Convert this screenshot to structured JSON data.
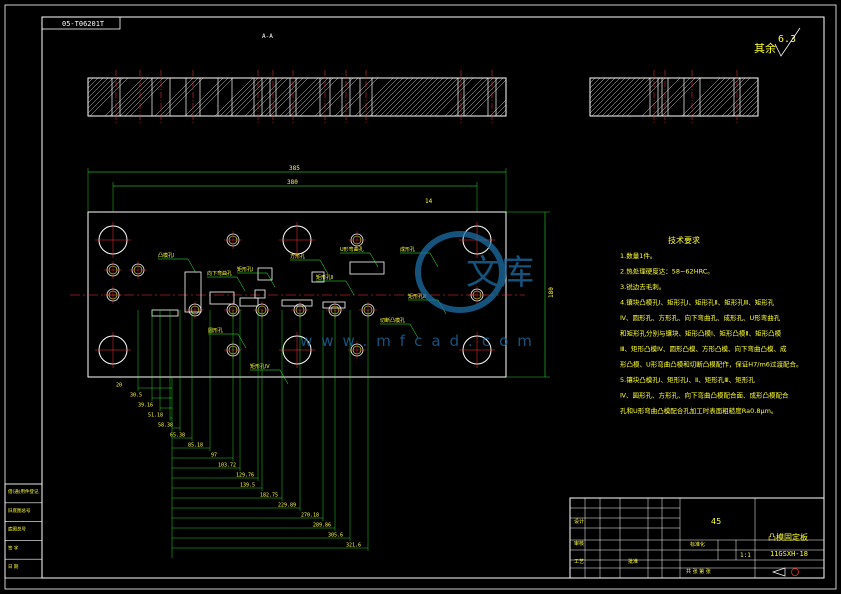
{
  "drawing_number_tag": "05-T06201T",
  "roughness_symbol": "6.3",
  "roughness_note": "其余",
  "section_mark": "A-A",
  "tech_requirements": {
    "title": "技术要求",
    "lines": [
      "1.数量1件。",
      "2.热处理硬度达：58~62HRC。",
      "3.锐边去毛刺。",
      "4.镶块凸模孔Ⅰ、矩形孔Ⅰ、矩形孔Ⅱ、矩形孔Ⅲ、矩形孔",
      "Ⅳ、圆形孔、方形孔、向下弯曲孔、成形孔、U形弯曲孔",
      "和矩形孔分别与镶块、矩形凸模Ⅰ、矩形凸模Ⅱ、矩形凸模",
      "Ⅲ、矩形凸模Ⅳ、圆形凸模、方形凸模、向下弯曲凸模、成",
      "形凸模、U形弯曲凸模和切断凸模配作，保证H7/m6过渡配合。",
      "5.镶块凸模孔Ⅰ、矩形孔Ⅰ、Ⅱ、矩形孔Ⅲ、矩形孔",
      "Ⅳ、圆形孔、方形孔、向下弯曲凸模配合面、成形凸模配合",
      "孔和U形弯曲凸模配合孔加工时表面粗糙度Ra0.8μm。"
    ]
  },
  "title_block": {
    "material": "45",
    "part_name": "凸模固定板",
    "drawing_no": "11GSXH-18",
    "scale": "1:1",
    "standardization": "标准化",
    "designer": "设计",
    "checker": "审核",
    "craft": "工艺",
    "approve": "批准",
    "sheets": "共 张  第 张"
  },
  "left_block": [
    "借(通)用件登记",
    "旧底图总号",
    "底图总号",
    "签 字",
    "日 期"
  ],
  "dimensions": {
    "overall_width": "385",
    "width_2": "380",
    "height": "180",
    "baseline": [
      "20",
      "30.5",
      "39.16",
      "51.18",
      "58.38",
      "65.38",
      "85.18",
      "97",
      "103.72",
      "129.76",
      "139.5",
      "182.75",
      "229.89",
      "270.18",
      "289.86",
      "305.6",
      "321.6"
    ],
    "top_ref": "14"
  },
  "callouts": [
    "凸模孔Ⅰ",
    "向下弯曲孔",
    "矩形孔Ⅰ",
    "方形孔",
    "矩形孔Ⅱ",
    "U形弯曲孔",
    "成形孔",
    "矩形孔Ⅲ",
    "圆形孔",
    "矩形孔Ⅳ",
    "切断凸模孔"
  ],
  "watermark": {
    "brand": "文库",
    "url": "www.mfcad.com"
  },
  "colors": {
    "frame": "#ffffff",
    "outline": "#ffffff",
    "dimension": "#33ff33",
    "centerline": "#ff3333",
    "hole": "#ffff33",
    "text": "#ffff33",
    "watermark": "#1d6fa6"
  }
}
